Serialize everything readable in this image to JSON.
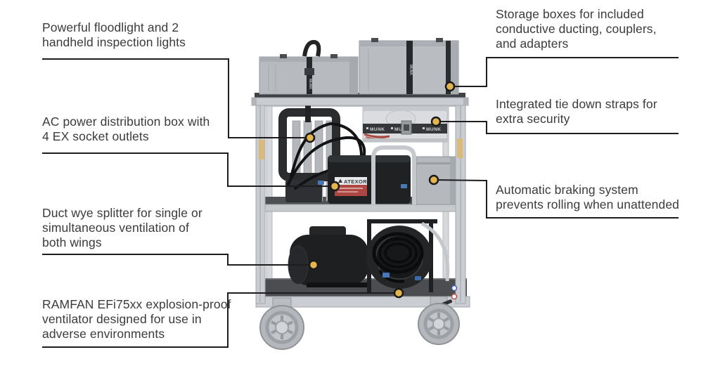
{
  "figure": {
    "kind": "annotated product diagram",
    "background": "#ffffff",
    "connector_line_color": "#1d1d1d",
    "label_text_color": "#3b3b3b",
    "marker_fill": "#e3b54e",
    "marker_ring": "#1a1a1a"
  },
  "callouts": {
    "left": [
      {
        "id": "floodlight",
        "lines": [
          "Powerful floodlight and 2",
          "handheld inspection lights"
        ]
      },
      {
        "id": "ac-power",
        "lines": [
          "AC power distribution box with",
          "4 EX socket outlets"
        ]
      },
      {
        "id": "duct-wye",
        "lines": [
          "Duct wye splitter for single or",
          "simultaneous ventilation of",
          "both wings"
        ]
      },
      {
        "id": "ramfan",
        "lines": [
          "RAMFAN EFi75xx explosion-proof",
          "ventilator designed for use in",
          "adverse environments"
        ]
      }
    ],
    "right": [
      {
        "id": "storage-boxes",
        "lines": [
          "Storage boxes for included",
          "conductive ducting, couplers,",
          "and adapters"
        ]
      },
      {
        "id": "tie-down",
        "lines": [
          "Integrated tie down straps for",
          "extra security"
        ]
      },
      {
        "id": "braking",
        "lines": [
          "Automatic braking system",
          "prevents rolling when unattended"
        ]
      }
    ]
  },
  "photo_text": {
    "power_box_brand": "ATEXOR",
    "strap_brand": "MUNK"
  }
}
